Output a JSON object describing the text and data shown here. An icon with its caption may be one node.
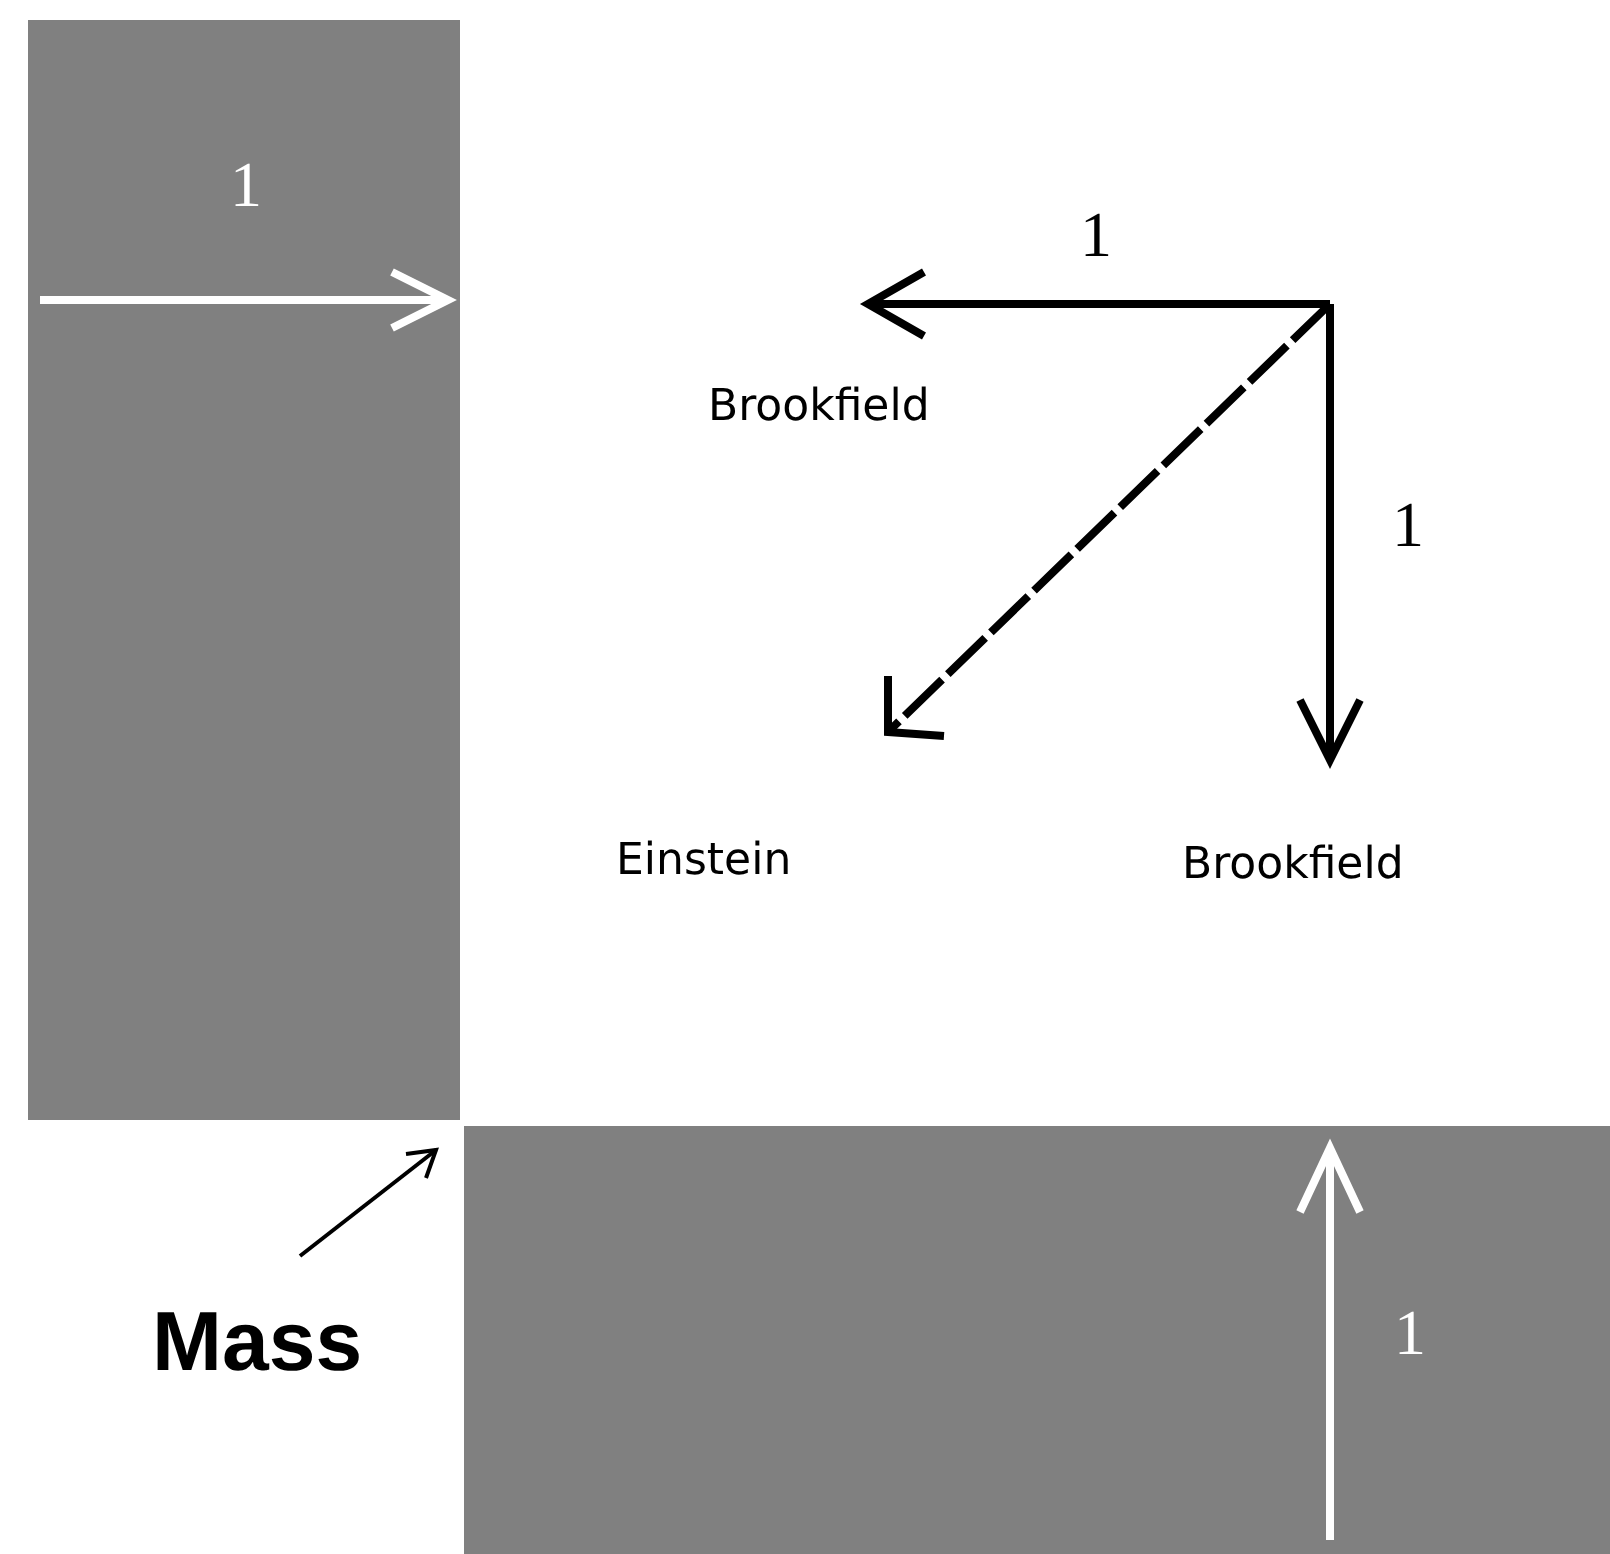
{
  "diagram": {
    "labels": [
      "1",
      "1",
      "Brookfield",
      "1",
      "Einstein",
      "Brookfield",
      "1",
      "Mass"
    ]
  }
}
